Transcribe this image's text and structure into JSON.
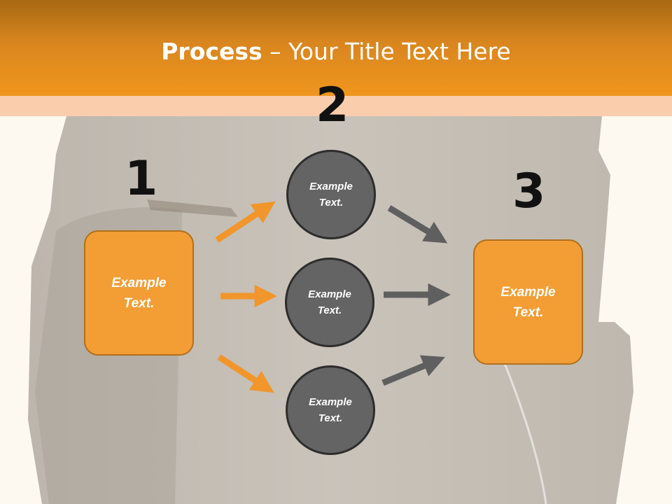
{
  "title": {
    "bold": "Process",
    "rest": " – Your Title Text Here"
  },
  "steps": {
    "one": "1",
    "two": "2",
    "three": "3"
  },
  "nodes": {
    "input_box": "Example\nText.",
    "circle_top": "Example\nText.",
    "circle_middle": "Example\nText.",
    "circle_bottom": "Example\nText.",
    "output_box": "Example\nText."
  },
  "colors": {
    "header_orange": "#f0961e",
    "box_orange": "#f29e35",
    "circle_gray": "#646464",
    "arrow_orange": "#f0962b",
    "arrow_gray": "#5f5f5f"
  }
}
